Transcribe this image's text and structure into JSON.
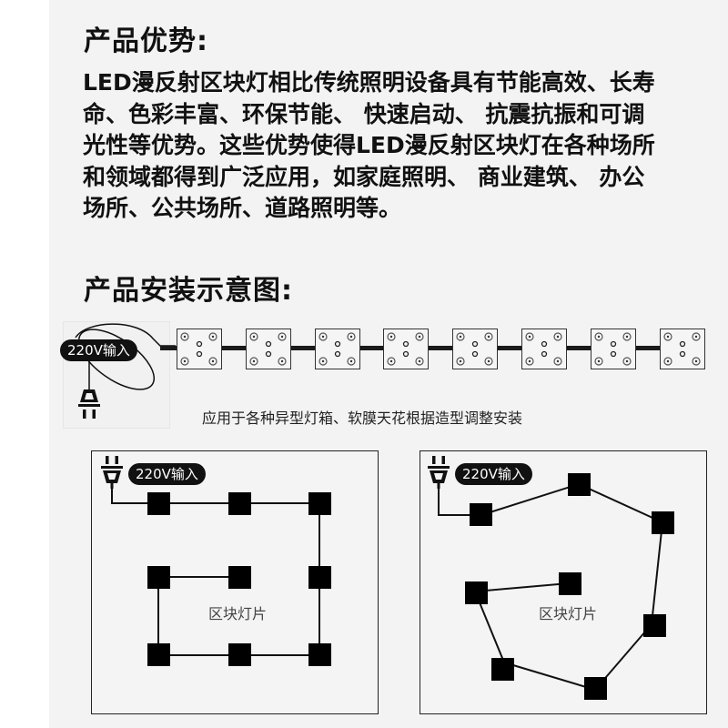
{
  "sections": {
    "advantages": {
      "title": "产品优势:",
      "lines": [
        "LED漫反射区块灯相比传统照明设备具有节能高效、长寿",
        "命、色彩丰富、环保节能、 快速启动、 抗震抗振和可调",
        "光性等优势。这些优势使得LED漫反射区块灯在各种场所",
        "和领域都得到广泛应用，如家庭照明、 商业建筑、 办公",
        "场所、公共场所、道路照明等。"
      ]
    },
    "installation": {
      "title": "产品安装示意图:",
      "strip": {
        "input_label": "220V输入",
        "module_count": 8,
        "caption": "应用于各种异型灯箱、软膜天花根据造型调整安装"
      },
      "panel_left": {
        "input_label": "220V输入",
        "center_label": "区块灯片",
        "layout": "rectangular"
      },
      "panel_right": {
        "input_label": "220V输入",
        "center_label": "区块灯片",
        "layout": "irregular"
      }
    }
  },
  "colors": {
    "background": "#f3f3f3",
    "text": "#111111",
    "module_fill": "#000000",
    "pill_bg": "#111111"
  }
}
